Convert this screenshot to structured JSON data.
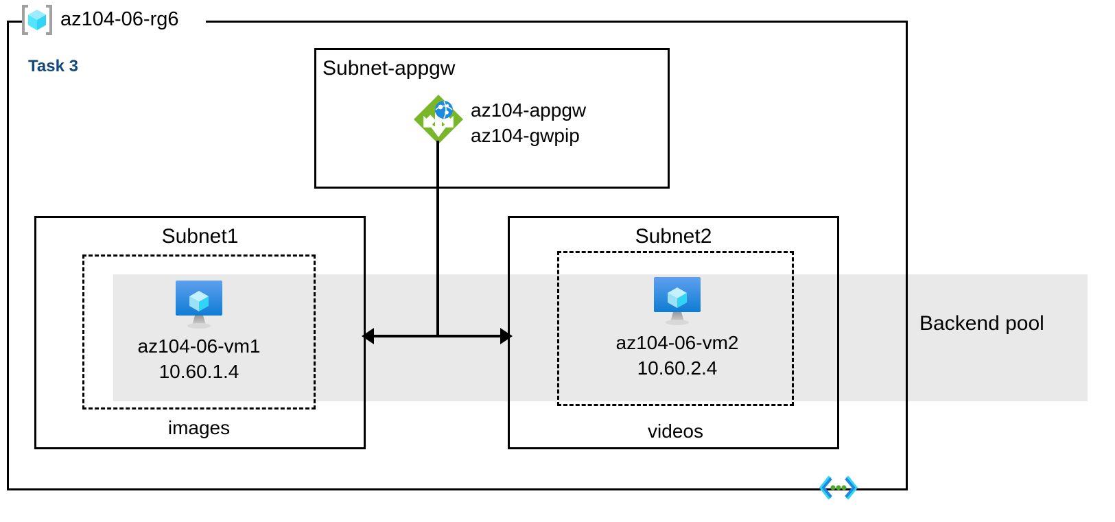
{
  "diagram": {
    "resource_group": {
      "name": "az104-06-rg6",
      "icon": "resource-group-cube-icon"
    },
    "task_label": "Task 3",
    "backend_pool": {
      "label": "Backend pool",
      "band_color": "#e9e9e9"
    },
    "appgw_subnet": {
      "title": "Subnet-appgw",
      "icon": "application-gateway-icon",
      "resources": [
        "az104-appgw",
        "az104-gwpip"
      ]
    },
    "subnets": [
      {
        "title": "Subnet1",
        "footer": "images",
        "vm": {
          "icon": "virtual-machine-icon",
          "name": "az104-06-vm1",
          "ip": "10.60.1.4"
        }
      },
      {
        "title": "Subnet2",
        "footer": "videos",
        "vm": {
          "icon": "virtual-machine-icon",
          "name": "az104-06-vm2",
          "ip": "10.60.2.4"
        }
      }
    ],
    "corner_icon": "code-brackets-icon",
    "colors": {
      "task_accent": "#14477A",
      "appgw_green": "#7AB629",
      "vm_blue": "#1F8FE5",
      "rg_cyan": "#50E6FF",
      "band_gray": "#e9e9e9",
      "stroke": "#000000"
    }
  }
}
